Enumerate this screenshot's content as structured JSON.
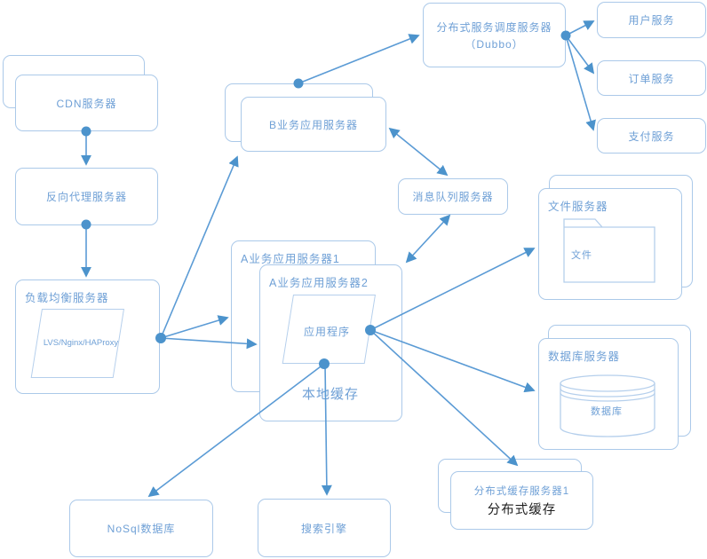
{
  "colors": {
    "edge_stroke": "#5b9bd5",
    "box_border": "#abc9e9",
    "box_fill": "#ffffff",
    "label_blue": "#6fa0d6",
    "label_dark": "#1f1f1f",
    "dot_arrow_fill": "#4c93cc"
  },
  "nodes": {
    "dubbo": {
      "label_line1": "分布式服务调度服务器",
      "label_line2": "（Dubbo）"
    },
    "user_service": {
      "label": "用户服务"
    },
    "order_service": {
      "label": "订单服务"
    },
    "payment_service": {
      "label": "支付服务"
    },
    "cdn": {
      "label": "CDN服务器"
    },
    "reverse_proxy": {
      "label": "反向代理服务器"
    },
    "load_balancer": {
      "label": "负载均衡服务器",
      "inner": "LVS/Nginx/HAProxy"
    },
    "b_app_server": {
      "label": "B业务应用服务器"
    },
    "mq_server": {
      "label": "消息队列服务器"
    },
    "a_app_server_1": {
      "label": "A业务应用服务器1"
    },
    "a_app_server_2": {
      "label": "A业务应用服务器2",
      "inner": "应用程序",
      "cache_label": "本地缓存"
    },
    "file_server": {
      "label": "文件服务器",
      "inner": "文件"
    },
    "db_server": {
      "label": "数据库服务器",
      "inner": "数据库"
    },
    "nosql_db": {
      "label": "NoSql数据库"
    },
    "search_engine": {
      "label": "搜索引擎"
    },
    "dist_cache": {
      "label_line1": "分布式缓存服务器1",
      "label_line2": "分布式缓存"
    }
  },
  "edges": [
    {
      "from": "cdn",
      "to": "reverse_proxy",
      "direction": "one-way"
    },
    {
      "from": "reverse_proxy",
      "to": "load_balancer",
      "direction": "one-way"
    },
    {
      "from": "load_balancer",
      "to": "b_app_server",
      "direction": "one-way"
    },
    {
      "from": "load_balancer",
      "to": "a_app_server_1",
      "direction": "one-way"
    },
    {
      "from": "load_balancer",
      "to": "a_app_server_2",
      "direction": "one-way"
    },
    {
      "from": "b_app_server",
      "to": "dubbo",
      "direction": "one-way"
    },
    {
      "from": "b_app_server",
      "to": "mq_server",
      "direction": "two-way"
    },
    {
      "from": "mq_server",
      "to": "a_app_server_2",
      "direction": "two-way"
    },
    {
      "from": "dubbo",
      "to": "user_service",
      "direction": "one-way"
    },
    {
      "from": "dubbo",
      "to": "order_service",
      "direction": "one-way"
    },
    {
      "from": "dubbo",
      "to": "payment_service",
      "direction": "one-way"
    },
    {
      "from": "a_app_server_2",
      "to": "file_server",
      "direction": "one-way"
    },
    {
      "from": "a_app_server_2",
      "to": "db_server",
      "direction": "one-way"
    },
    {
      "from": "a_app_server_2",
      "to": "dist_cache",
      "direction": "one-way"
    },
    {
      "from": "a_app_server_2",
      "to": "nosql_db",
      "direction": "one-way"
    },
    {
      "from": "a_app_server_2",
      "to": "search_engine",
      "direction": "one-way"
    }
  ]
}
